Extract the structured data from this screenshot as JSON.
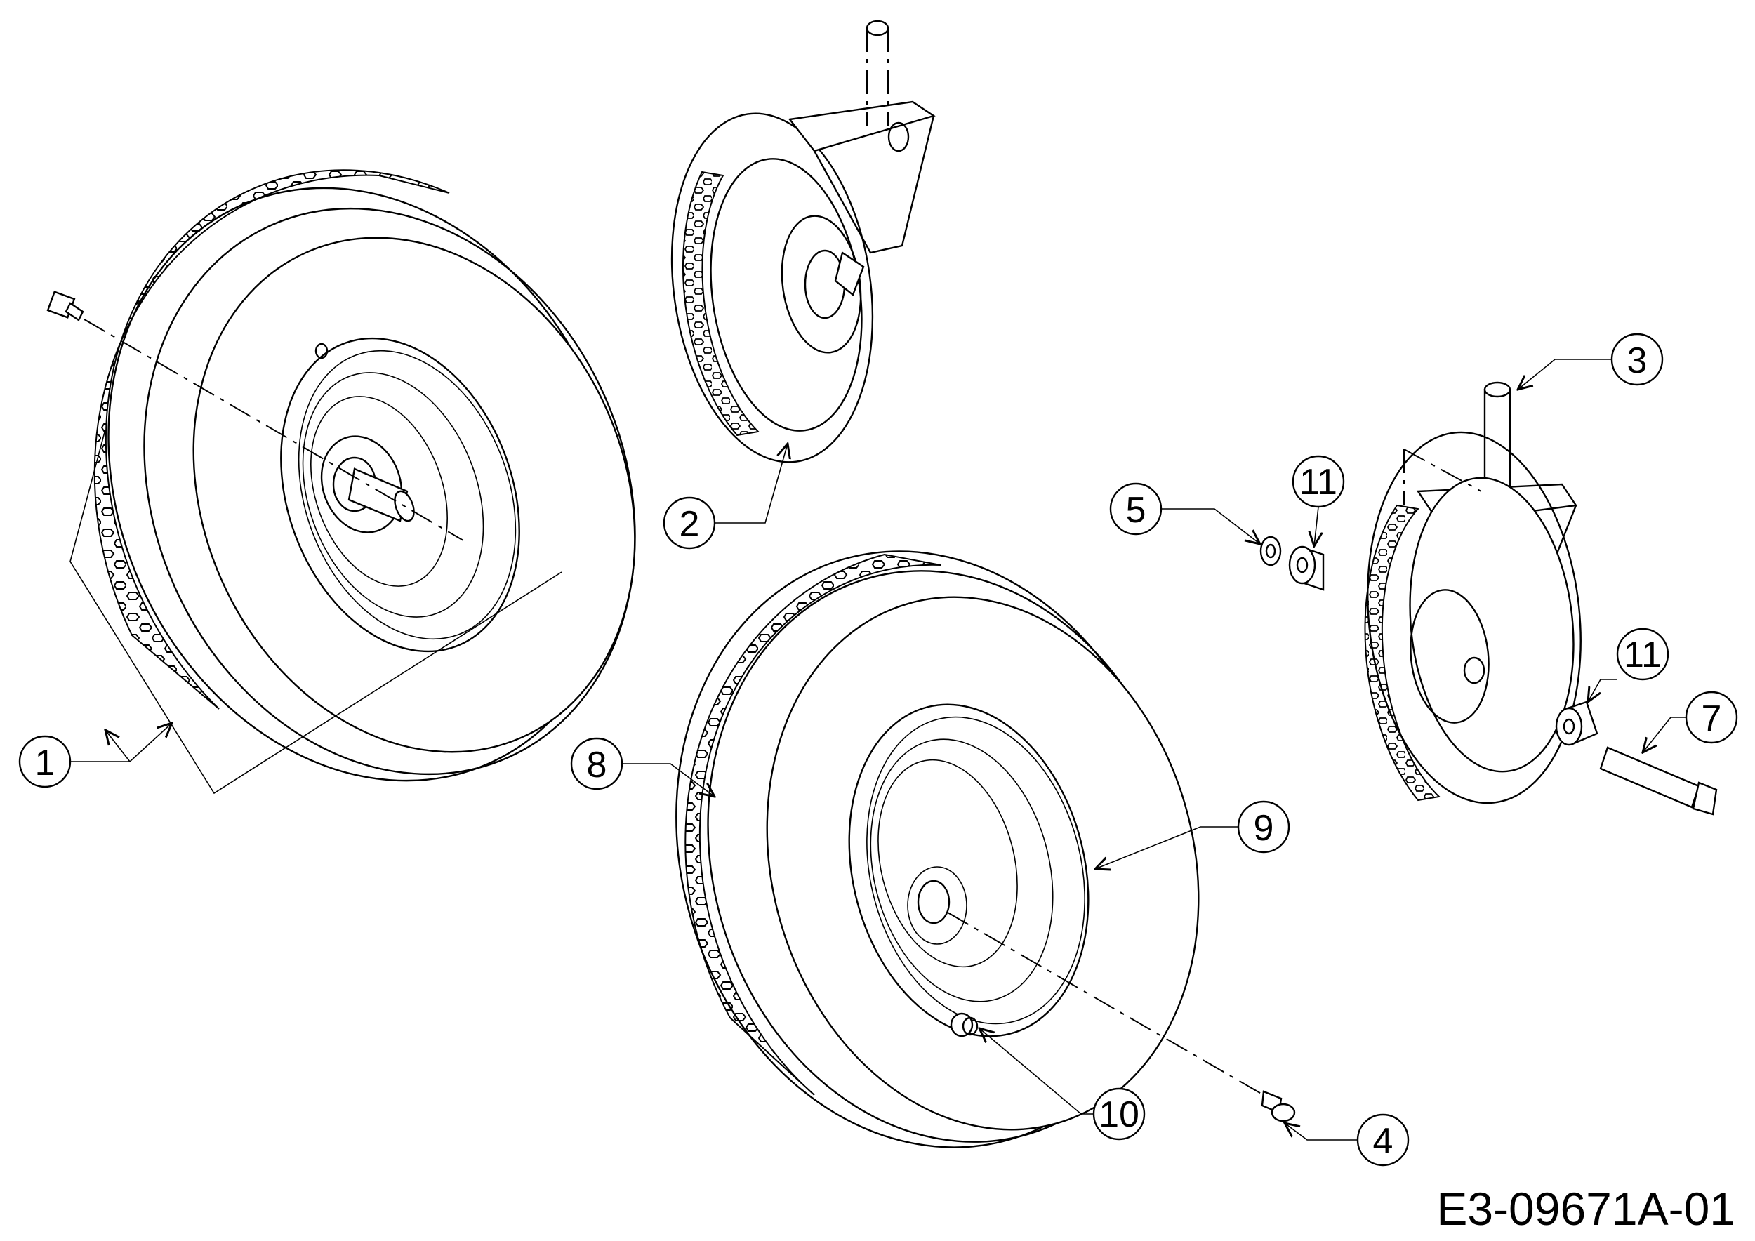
{
  "drawing_code": "E3-09671A-01",
  "callouts": [
    {
      "id": "c1",
      "label": "1"
    },
    {
      "id": "c2",
      "label": "2"
    },
    {
      "id": "c3",
      "label": "3"
    },
    {
      "id": "c4",
      "label": "4"
    },
    {
      "id": "c5",
      "label": "5"
    },
    {
      "id": "c7",
      "label": "7"
    },
    {
      "id": "c8",
      "label": "8"
    },
    {
      "id": "c9",
      "label": "9"
    },
    {
      "id": "c10",
      "label": "10"
    },
    {
      "id": "c11a",
      "label": "11"
    },
    {
      "id": "c11b",
      "label": "11"
    }
  ]
}
